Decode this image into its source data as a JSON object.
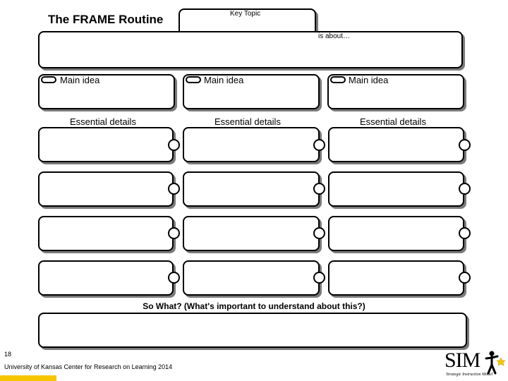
{
  "title": "The FRAME Routine",
  "key_topic_label": "Key Topic",
  "is_about_label": "is about…",
  "main_ideas": [
    {
      "label": "Main idea",
      "details_label": "Essential details"
    },
    {
      "label": "Main idea",
      "details_label": "Essential details"
    },
    {
      "label": "Main idea",
      "details_label": "Essential details"
    }
  ],
  "so_what_label": "So What? (What's important to understand about this?)",
  "footer": {
    "slide_number": "18",
    "credit": "University of Kansas Center for Research on Learning 2014"
  },
  "logo": {
    "text": "SIM",
    "tagline": "Strategic Instruction Model"
  }
}
